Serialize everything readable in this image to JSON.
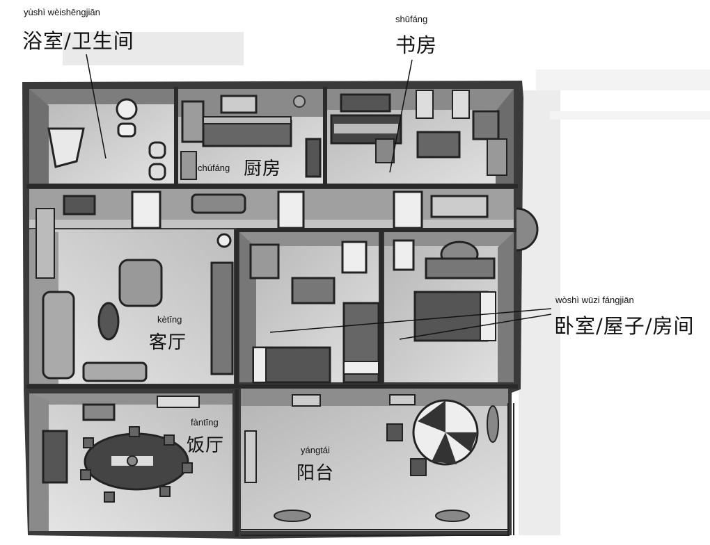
{
  "labels": {
    "bathroom": {
      "pinyin": "yùshì   wèishēngjiān",
      "hanzi": "浴室/卫生间"
    },
    "study": {
      "pinyin": "shūfáng",
      "hanzi": "书房"
    },
    "kitchen": {
      "pinyin": "chúfáng",
      "hanzi": "厨房"
    },
    "bedroom": {
      "pinyin": "wòshì      wūzi      fángjiān",
      "hanzi": "卧室/屋子/房间"
    },
    "living_room": {
      "pinyin": "kètīng",
      "hanzi": "客厅"
    },
    "dining_room": {
      "pinyin": "fàntīng",
      "hanzi": "饭厅"
    },
    "balcony": {
      "pinyin": "yángtái",
      "hanzi": "阳台"
    }
  }
}
